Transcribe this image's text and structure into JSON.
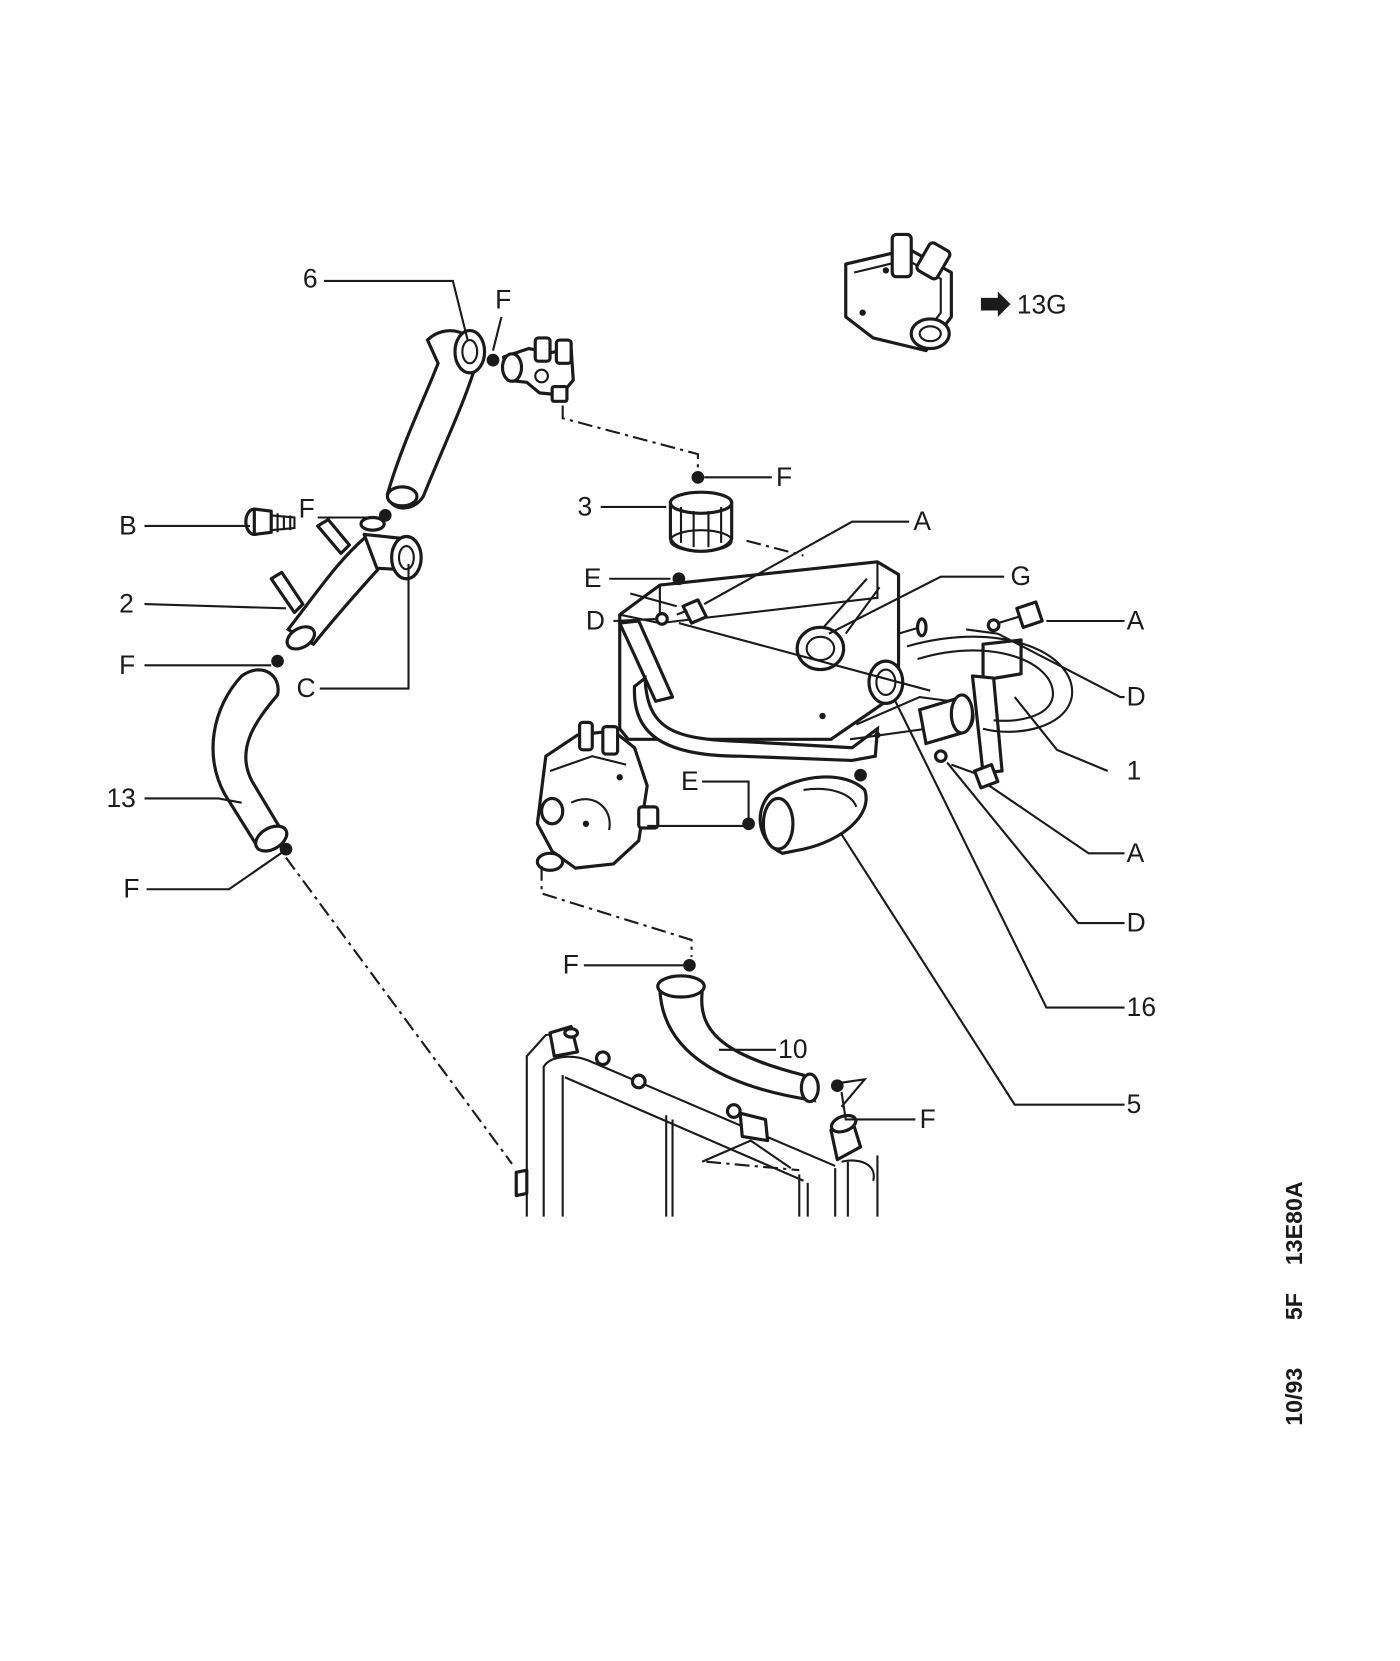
{
  "diagram": {
    "reference_arrow_label": "13G",
    "side_code": {
      "date": "10/93",
      "section": "5F",
      "plate": "13E80A"
    },
    "callouts": {
      "c6": "6",
      "cF1": "F",
      "cF2": "F",
      "c3": "3",
      "cA1": "A",
      "cE1": "E",
      "cG": "G",
      "cD1": "D",
      "cA2": "A",
      "cD2": "D",
      "c1": "1",
      "cB": "B",
      "cF3": "F",
      "c2": "2",
      "cF4": "F",
      "cC": "C",
      "c13": "13",
      "cF5": "F",
      "cE2": "E",
      "cA3": "A",
      "cD3": "D",
      "c16": "16",
      "cF6": "F",
      "c10": "10",
      "cF7": "F",
      "c5": "5"
    }
  }
}
